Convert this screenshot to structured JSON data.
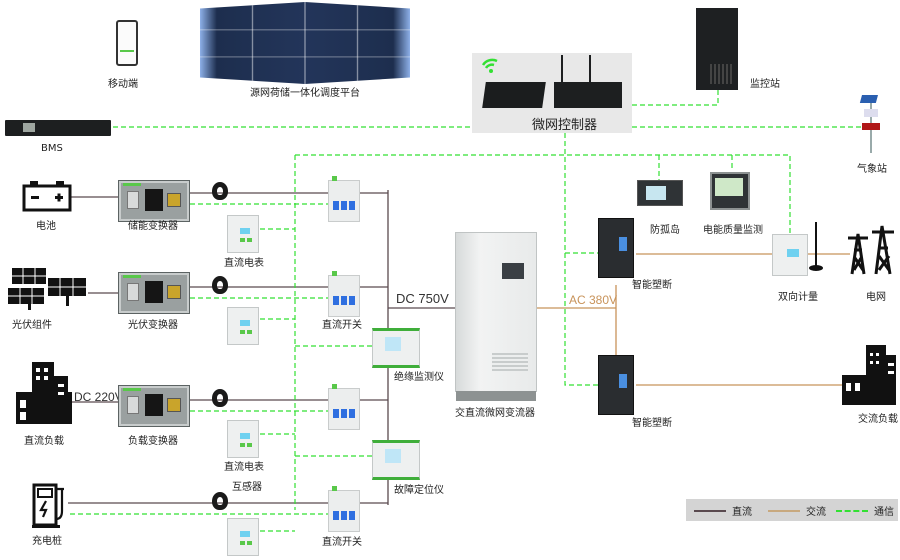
{
  "colors": {
    "dc": "#5a4a4f",
    "ac": "#c8935a",
    "comm": "#33e033",
    "legend_bg": "#d4d4d4"
  },
  "top": {
    "mobile": {
      "label": "移动端",
      "icon": "mobile-phone-icon"
    },
    "platform": {
      "label": "源网荷储一体化调度平台",
      "icon": "video-wall-icon"
    },
    "controller": {
      "label": "微网控制器",
      "icon": "gateway-icon"
    },
    "monitor_station": {
      "label": "监控站",
      "icon": "server-tower-icon"
    },
    "bms": {
      "label": "BMS",
      "icon": "rack-unit-icon"
    },
    "weather_station": {
      "label": "气象站",
      "icon": "weather-station-icon"
    }
  },
  "dc_side": {
    "battery": {
      "label": "电池",
      "icon": "battery-icon"
    },
    "pv": {
      "label": "光伏组件",
      "icon": "solar-panel-icon"
    },
    "dc_load": {
      "label": "直流负载",
      "icon": "building-icon"
    },
    "charger": {
      "label": "充电桩",
      "icon": "ev-charger-icon"
    },
    "converters": [
      "储能变换器",
      "光伏变换器",
      "负载变换器"
    ],
    "dc_meter_label": "直流电表",
    "dc_switch_label": "直流开关",
    "ct_label": "互感器",
    "insulation_monitor": "绝缘监测仪",
    "fault_locator": "故障定位仪",
    "dc_bus_voltage": "DC 750V",
    "dc_load_voltage": "DC 220V"
  },
  "center": {
    "converter_cabinet": "交直流微网变流器"
  },
  "ac_side": {
    "ac_bus_voltage": "AC 380V",
    "smart_breaker": "智能塑断",
    "anti_island": "防孤岛",
    "power_quality": "电能质量监测",
    "bidirectional_meter": "双向计量",
    "grid": "电网",
    "ac_load": "交流负载"
  },
  "legend": [
    {
      "label": "直流",
      "type": "dc"
    },
    {
      "label": "交流",
      "type": "ac"
    },
    {
      "label": "通信",
      "type": "comm"
    }
  ]
}
